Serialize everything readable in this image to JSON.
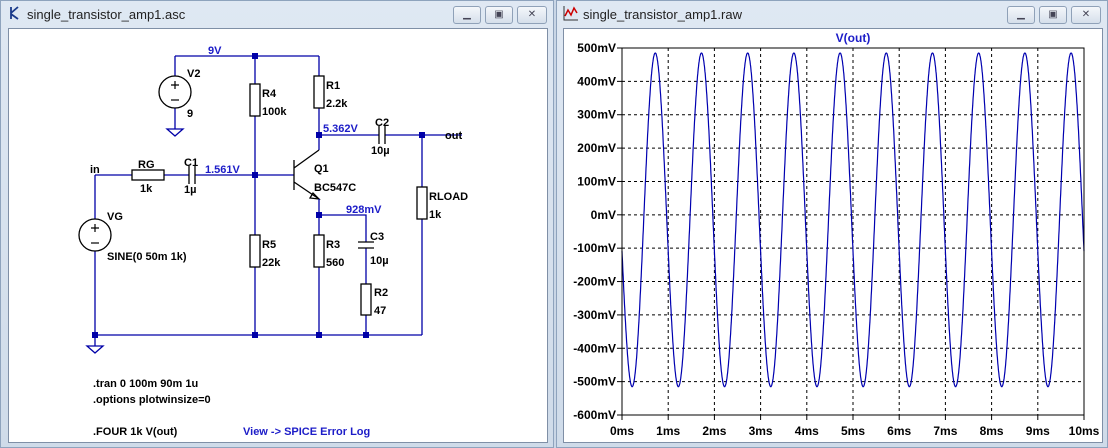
{
  "schematic_window": {
    "title": "single_transistor_amp1.asc",
    "icon": "transistor-icon",
    "labels": {
      "v2_name": "V2",
      "v2_value": "9",
      "supply_net": "9V",
      "r4_name": "R4",
      "r4_value": "100k",
      "r1_name": "R1",
      "r1_value": "2.2k",
      "collector_voltage": "5.362V",
      "c2_name": "C2",
      "c2_value": "10µ",
      "out_label": "out",
      "in_label": "in",
      "rg_name": "RG",
      "rg_value": "1k",
      "c1_name": "C1",
      "c1_value": "1µ",
      "base_voltage": "1.561V",
      "q1_name": "Q1",
      "q1_model": "BC547C",
      "emitter_voltage": "928mV",
      "rload_name": "RLOAD",
      "rload_value": "1k",
      "vg_name": "VG",
      "vg_value": "SINE(0 50m 1k)",
      "r5_name": "R5",
      "r5_value": "22k",
      "r3_name": "R3",
      "r3_value": "560",
      "c3_name": "C3",
      "c3_value": "10µ",
      "r2_name": "R2",
      "r2_value": "47"
    },
    "directives": [
      ".tran 0 100m 90m 1u",
      ".options plotwinsize=0",
      ".FOUR 1k V(out)"
    ],
    "link": "View -> SPICE Error Log"
  },
  "waveform_window": {
    "title": "single_transistor_amp1.raw",
    "icon": "waveform-icon"
  },
  "colors": {
    "wire": "#0000a8",
    "trace": "#0000b0",
    "voltage_label": "#1c1cc8"
  },
  "chart_data": {
    "type": "line",
    "title": "V(out)",
    "xlabel": "",
    "ylabel": "",
    "xlim": [
      0,
      10
    ],
    "ylim": [
      -600,
      500
    ],
    "x_ticks": [
      "0ms",
      "1ms",
      "2ms",
      "3ms",
      "4ms",
      "5ms",
      "6ms",
      "7ms",
      "8ms",
      "9ms",
      "10ms"
    ],
    "y_ticks": [
      "500mV",
      "400mV",
      "300mV",
      "200mV",
      "100mV",
      "0mV",
      "-100mV",
      "-200mV",
      "-300mV",
      "-400mV",
      "-500mV",
      "-600mV"
    ],
    "grid": true,
    "series": [
      {
        "name": "V(out)",
        "frequency_khz": 1,
        "offset_mv": -15,
        "amplitude_mv": 500,
        "trough_time_ms": 0.22,
        "peak_mv": 485,
        "trough_mv": -515
      }
    ]
  }
}
